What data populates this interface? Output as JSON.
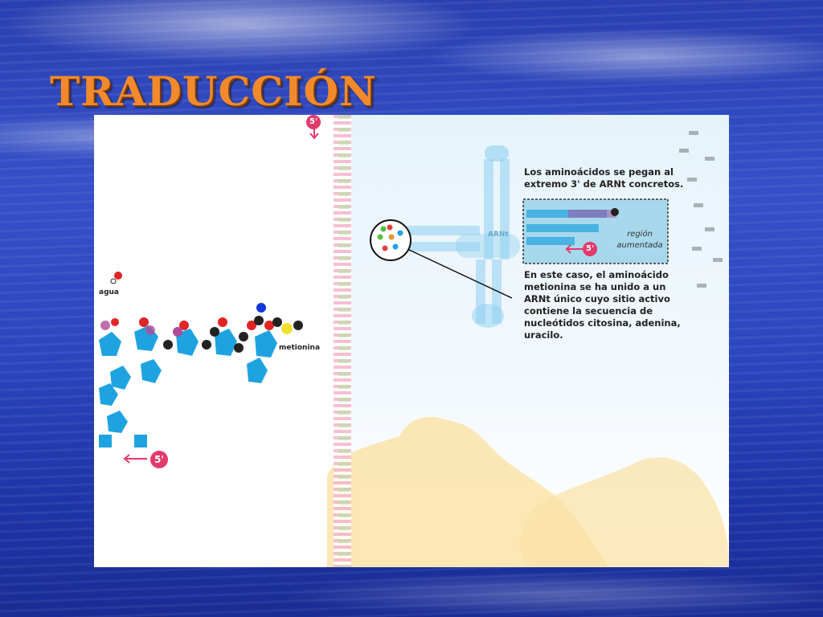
{
  "slide": {
    "title": "TRADUCCIÓN"
  },
  "figure": {
    "label_agua": "agua",
    "label_metionina": "metionina",
    "label_arnt": "ARNt",
    "label_5prime_top": "5'",
    "label_5prime_bottom": "5'",
    "label_5prime_inset": "5'",
    "caption_top": [
      "Los aminoácidos se pegan al",
      "extremo 3' de ARNt concretos."
    ],
    "zoom_label": [
      "región",
      "aumentada"
    ],
    "caption_bottom": [
      "En este caso, el aminoácido",
      "metionina se ha unido a un",
      "ARNt único cuyo sitio activo",
      "contiene la secuencia de",
      "nucleótidos citosina, adenina,",
      "uracilo."
    ]
  },
  "colors": {
    "title": "#f28a2c",
    "pentagon": "#1fa3e0",
    "arrow": "#e23a6a",
    "ribosome": "#fbe3a8"
  }
}
